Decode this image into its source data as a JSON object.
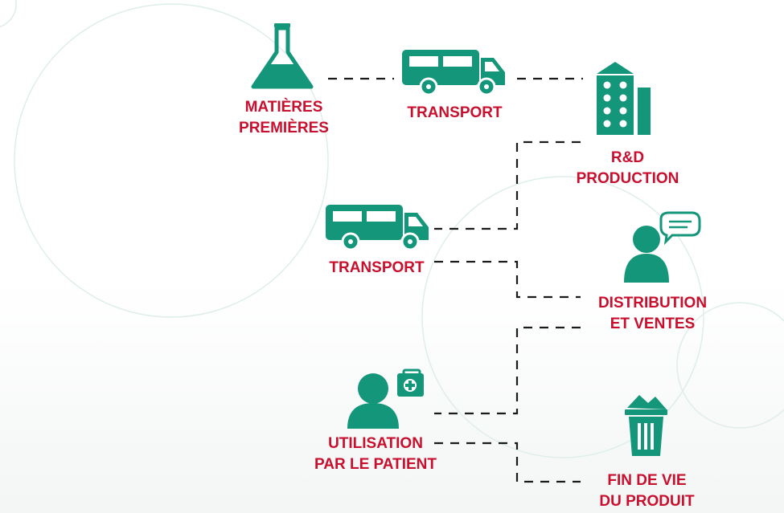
{
  "colors": {
    "icon": "#14967a",
    "label": "#c8102e",
    "connector": "#1a1a1a",
    "background_circle": "#dfeee9"
  },
  "nodes": [
    {
      "id": "raw-materials",
      "icon": "flask-icon",
      "lines": [
        "MATIÈRES",
        "PREMIÈRES"
      ]
    },
    {
      "id": "transport-1",
      "icon": "truck-icon",
      "lines": [
        "TRANSPORT"
      ]
    },
    {
      "id": "rd-production",
      "icon": "factory-icon",
      "lines": [
        "R&D",
        "PRODUCTION"
      ]
    },
    {
      "id": "transport-2",
      "icon": "truck-icon",
      "lines": [
        "TRANSPORT"
      ]
    },
    {
      "id": "distribution",
      "icon": "salesperson-icon",
      "lines": [
        "DISTRIBUTION",
        "ET VENTES"
      ]
    },
    {
      "id": "patient-use",
      "icon": "patient-medkit-icon",
      "lines": [
        "UTILISATION",
        "PAR LE PATIENT"
      ]
    },
    {
      "id": "end-of-life",
      "icon": "trash-bin-icon",
      "lines": [
        "FIN DE VIE",
        "DU PRODUIT"
      ]
    }
  ]
}
